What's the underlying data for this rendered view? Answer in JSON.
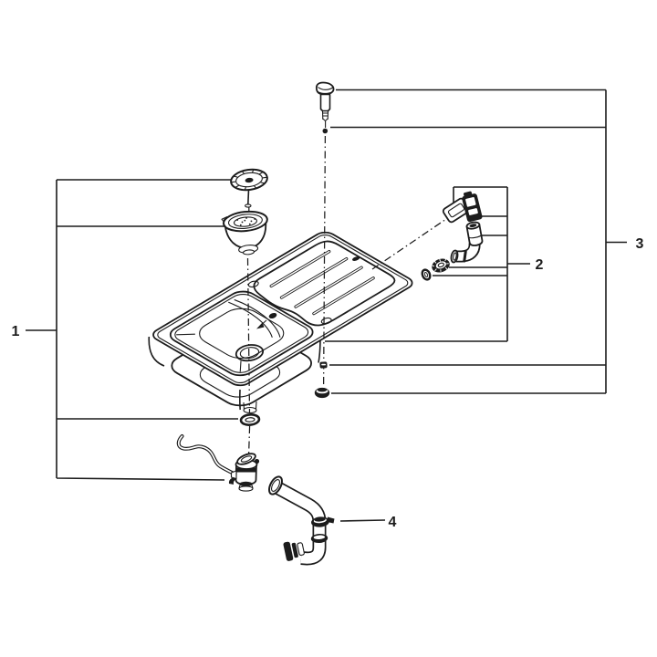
{
  "figure": {
    "type": "exploded-parts-diagram",
    "subject": "kitchen-sink-with-drainboard-waste-set-and-trap",
    "colors": {
      "background": "#ffffff",
      "line": "#1c1c1c"
    },
    "callouts": [
      {
        "label": "1"
      },
      {
        "label": "2"
      },
      {
        "label": "3"
      },
      {
        "label": "4"
      }
    ],
    "parts": [
      "fixing-pin",
      "strainer-plug",
      "strainer-basket",
      "sink-with-drainboard",
      "overflow-set",
      "fixing-nut",
      "cap-nut",
      "sealing-ring",
      "drain-outlet-with-overflow-hose",
      "waste-trap"
    ]
  }
}
